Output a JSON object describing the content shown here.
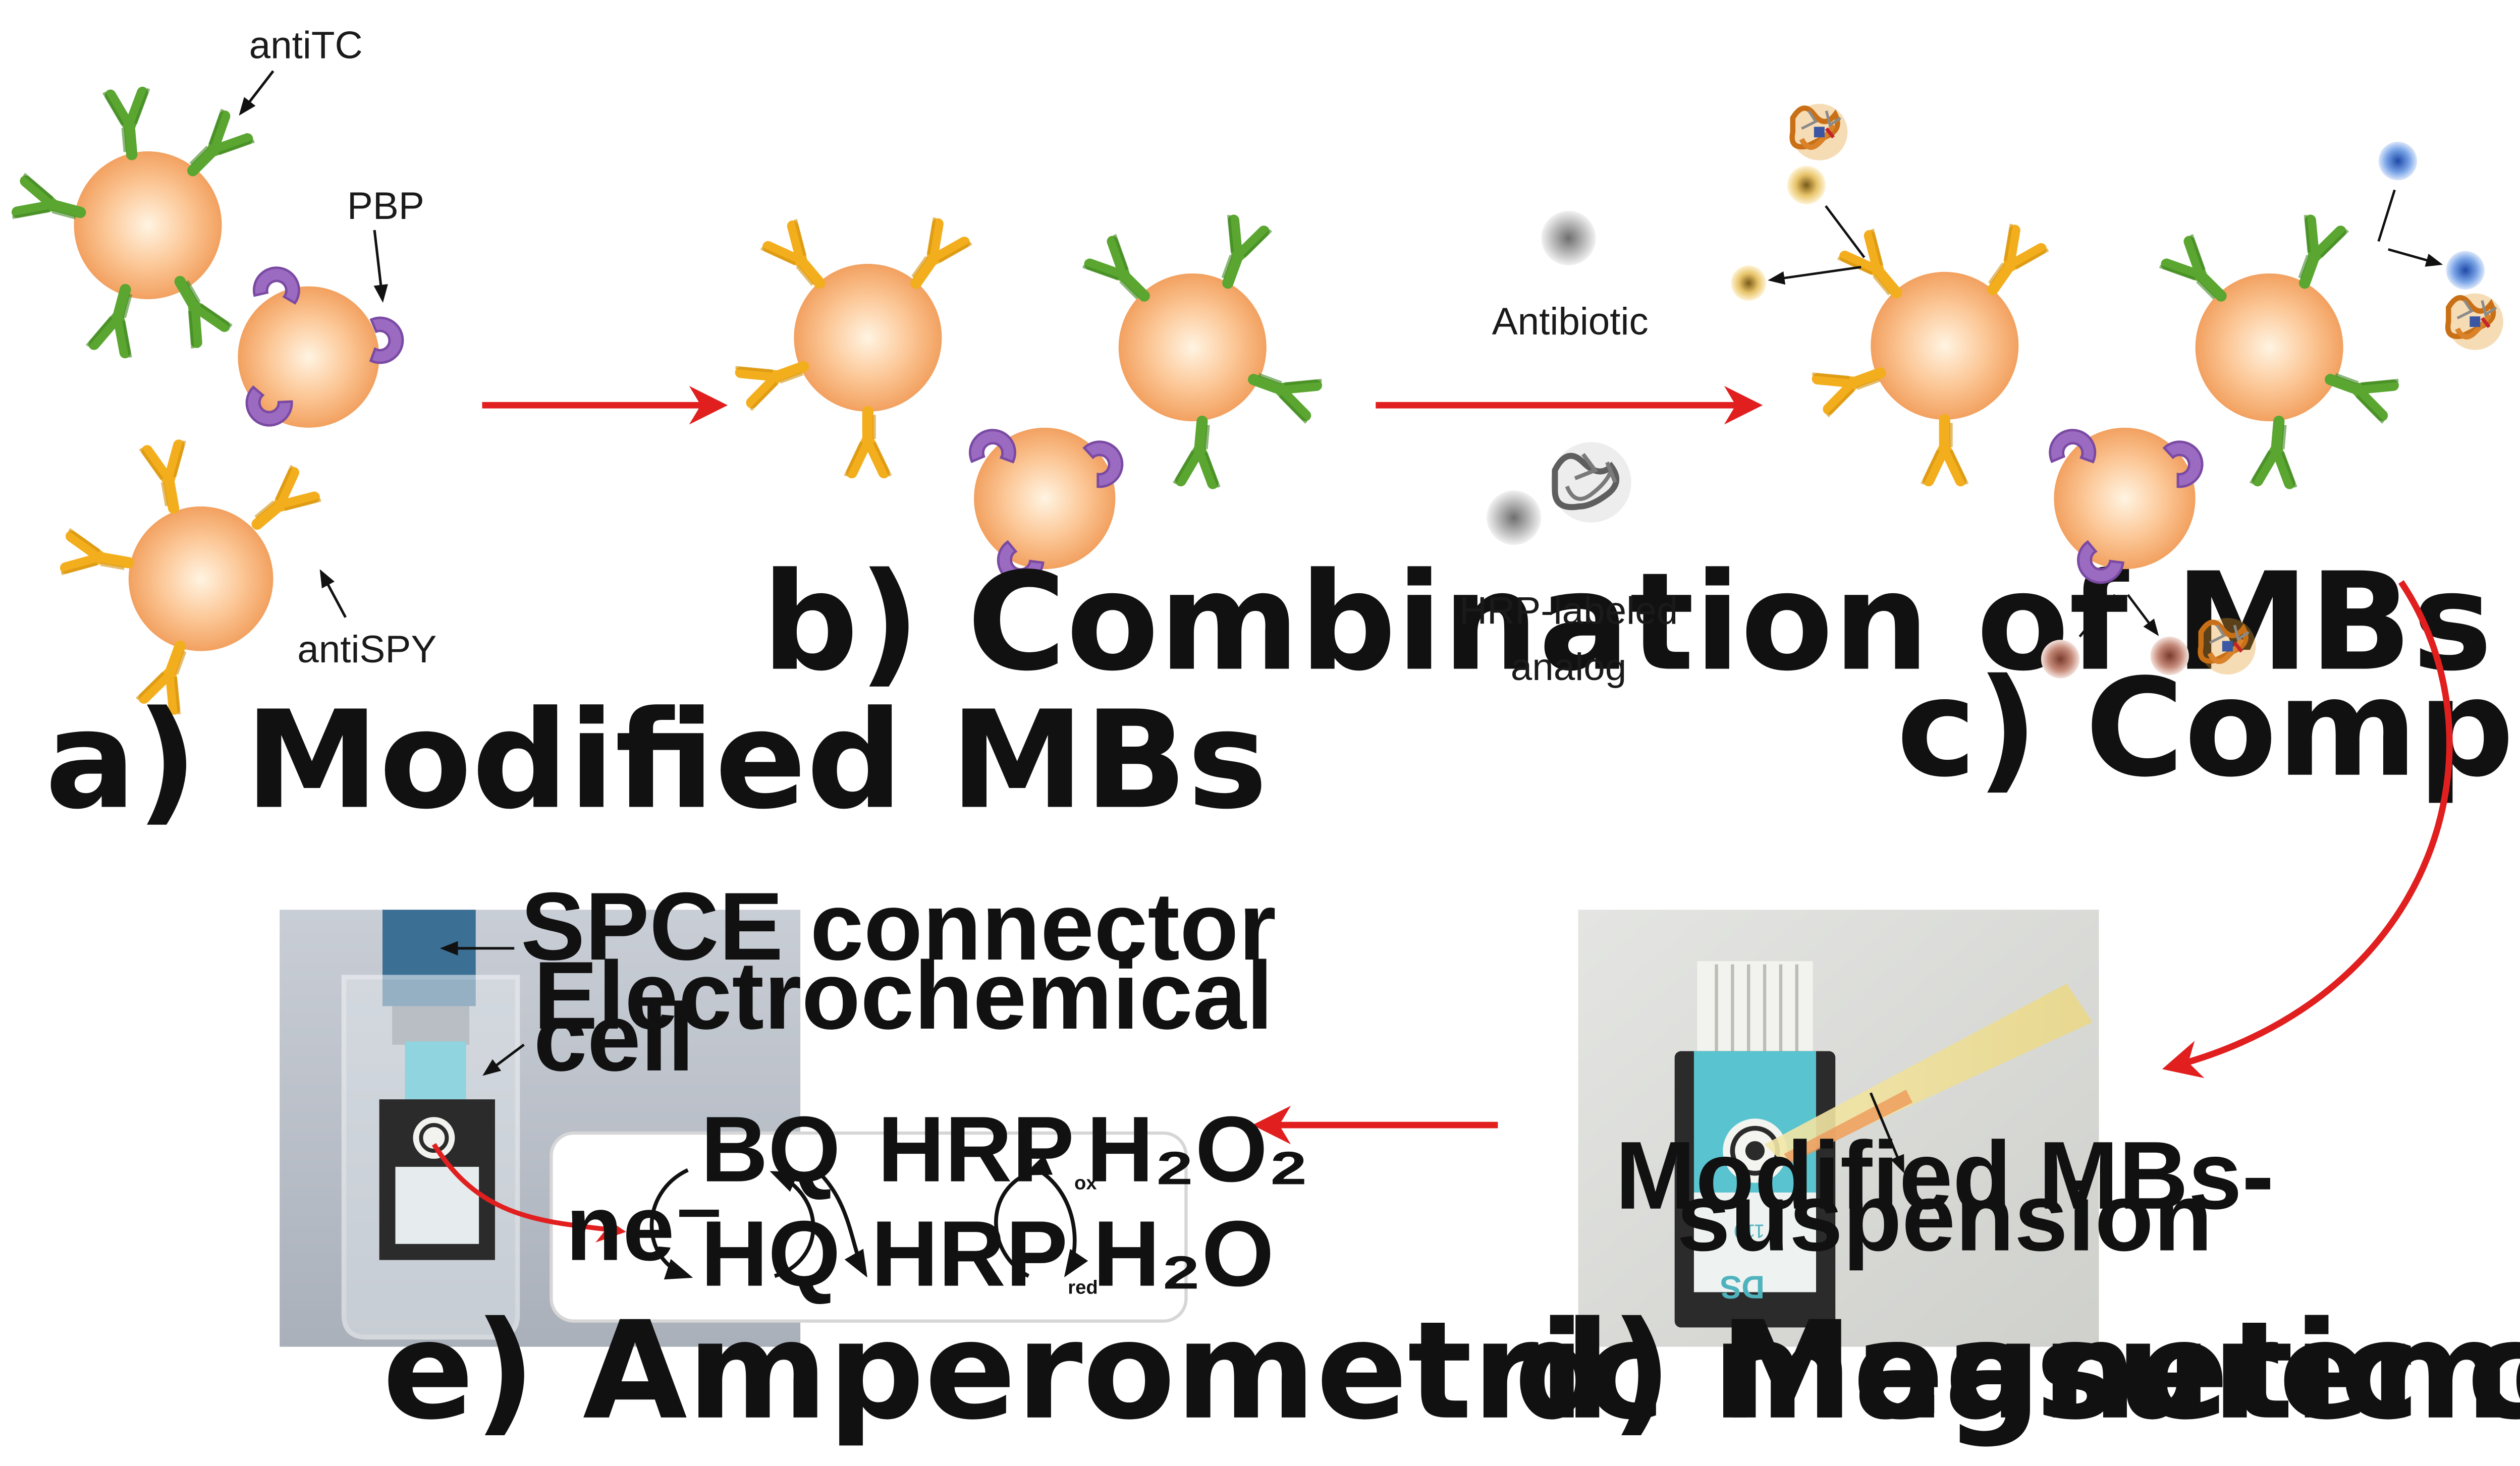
{
  "colors": {
    "bead_center": "#fff2dc",
    "bead_edge": "#f4a868",
    "antiTC_green": "#5aa631",
    "antiSPY_orange": "#f3ae1e",
    "pbp_purple": "#9b6bc2",
    "arrow_red": "#e11f1f",
    "spe_teal": "#59c4cf"
  },
  "icons": [
    "magnetic-bead",
    "antibody",
    "penicillin-binding-protein",
    "protein-structure",
    "pipette",
    "screen-printed-electrode",
    "electrochemical-cell"
  ],
  "labels": {
    "antiTC": "antiTC",
    "PBP": "PBP",
    "antiSPY": "antiSPY",
    "antibiotic": "Antibiotic",
    "hrp_line1": "HRP-labeled",
    "hrp_line2": "analog"
  },
  "captions": {
    "a": "a) Modified MBs",
    "b": "b) Combination of MBs",
    "c": "c) Competitive assay",
    "d": "d) Magnetic capture on SPCE",
    "e": "e) Amperometric measurement"
  },
  "photo_e": {
    "connector": "SPCE connector",
    "cell_line1": "Electrochemical",
    "cell_line2": "cell"
  },
  "photo_d": {
    "line1": "Modified MBs-",
    "line2": "suspension"
  },
  "reaction": {
    "bq": "BQ",
    "hq": "HQ",
    "electrons": "ne⁻",
    "hrp": "HRP",
    "ox": "ox",
    "red": "red",
    "h2o2": "H₂O₂",
    "h2o": "H₂O"
  }
}
